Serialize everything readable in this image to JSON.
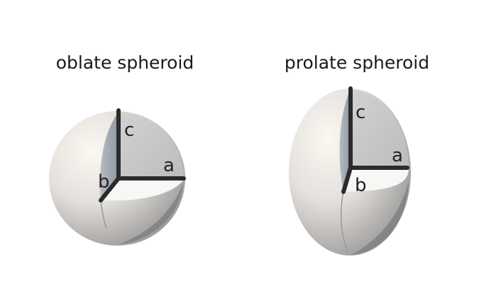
{
  "shapes": [
    {
      "id": "oblate",
      "title": "oblate spheroid",
      "axis_labels": {
        "a": "a",
        "b": "b",
        "c": "c"
      }
    },
    {
      "id": "prolate",
      "title": "prolate spheroid",
      "axis_labels": {
        "a": "a",
        "b": "b",
        "c": "c"
      }
    }
  ],
  "colors": {
    "shell_light": "#f6f1ea",
    "shell_dark": "#8f8f8f",
    "cut_face": "#c9c9c9",
    "inner_face": "#9ea4ad",
    "floor_face": "#f7f7f5",
    "axis": "#2b2b2b"
  }
}
